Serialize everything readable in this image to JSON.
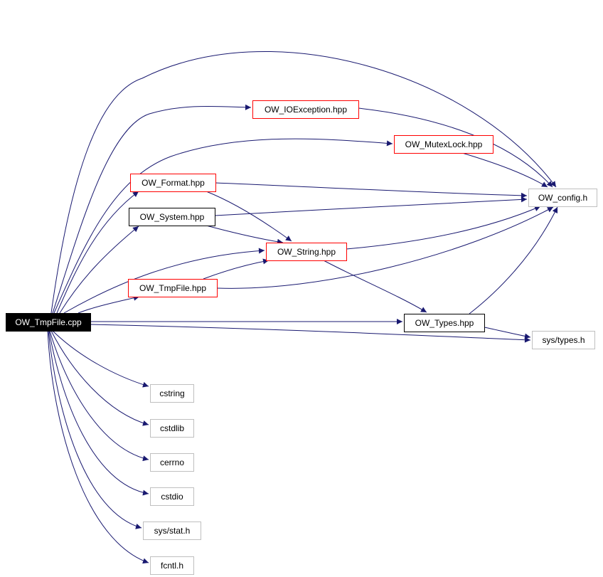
{
  "colors": {
    "edge": "#191970",
    "border_black": "#000000",
    "border_red": "#ff0000",
    "border_gray": "#bfbfbf",
    "root_fill": "#000000",
    "root_text": "#ffffff",
    "text": "#000000"
  },
  "nodes": [
    {
      "id": "tmpfile_cpp",
      "label": "OW_TmpFile.cpp",
      "style": "root"
    },
    {
      "id": "ioexception",
      "label": "OW_IOException.hpp",
      "style": "red"
    },
    {
      "id": "mutexlock",
      "label": "OW_MutexLock.hpp",
      "style": "red"
    },
    {
      "id": "format",
      "label": "OW_Format.hpp",
      "style": "red"
    },
    {
      "id": "system",
      "label": "OW_System.hpp",
      "style": "black"
    },
    {
      "id": "string",
      "label": "OW_String.hpp",
      "style": "red"
    },
    {
      "id": "tmpfile_hpp",
      "label": "OW_TmpFile.hpp",
      "style": "red"
    },
    {
      "id": "types",
      "label": "OW_Types.hpp",
      "style": "black"
    },
    {
      "id": "config",
      "label": "OW_config.h",
      "style": "gray"
    },
    {
      "id": "systypes",
      "label": "sys/types.h",
      "style": "gray"
    },
    {
      "id": "cstring",
      "label": "cstring",
      "style": "gray"
    },
    {
      "id": "cstdlib",
      "label": "cstdlib",
      "style": "gray"
    },
    {
      "id": "cerrno",
      "label": "cerrno",
      "style": "gray"
    },
    {
      "id": "cstdio",
      "label": "cstdio",
      "style": "gray"
    },
    {
      "id": "sysstat",
      "label": "sys/stat.h",
      "style": "gray"
    },
    {
      "id": "fcntl",
      "label": "fcntl.h",
      "style": "gray"
    }
  ],
  "edges": [
    {
      "from": "tmpfile_cpp",
      "to": "config"
    },
    {
      "from": "tmpfile_cpp",
      "to": "ioexception"
    },
    {
      "from": "tmpfile_cpp",
      "to": "mutexlock"
    },
    {
      "from": "tmpfile_cpp",
      "to": "format"
    },
    {
      "from": "tmpfile_cpp",
      "to": "system"
    },
    {
      "from": "tmpfile_cpp",
      "to": "string"
    },
    {
      "from": "tmpfile_cpp",
      "to": "tmpfile_hpp"
    },
    {
      "from": "tmpfile_cpp",
      "to": "types"
    },
    {
      "from": "tmpfile_cpp",
      "to": "systypes"
    },
    {
      "from": "tmpfile_cpp",
      "to": "cstring"
    },
    {
      "from": "tmpfile_cpp",
      "to": "cstdlib"
    },
    {
      "from": "tmpfile_cpp",
      "to": "cerrno"
    },
    {
      "from": "tmpfile_cpp",
      "to": "cstdio"
    },
    {
      "from": "tmpfile_cpp",
      "to": "sysstat"
    },
    {
      "from": "tmpfile_cpp",
      "to": "fcntl"
    },
    {
      "from": "ioexception",
      "to": "config"
    },
    {
      "from": "mutexlock",
      "to": "config"
    },
    {
      "from": "format",
      "to": "config"
    },
    {
      "from": "format",
      "to": "string"
    },
    {
      "from": "system",
      "to": "config"
    },
    {
      "from": "system",
      "to": "string"
    },
    {
      "from": "string",
      "to": "config"
    },
    {
      "from": "string",
      "to": "types"
    },
    {
      "from": "tmpfile_hpp",
      "to": "string"
    },
    {
      "from": "tmpfile_hpp",
      "to": "config"
    },
    {
      "from": "types",
      "to": "config"
    },
    {
      "from": "types",
      "to": "systypes"
    }
  ]
}
